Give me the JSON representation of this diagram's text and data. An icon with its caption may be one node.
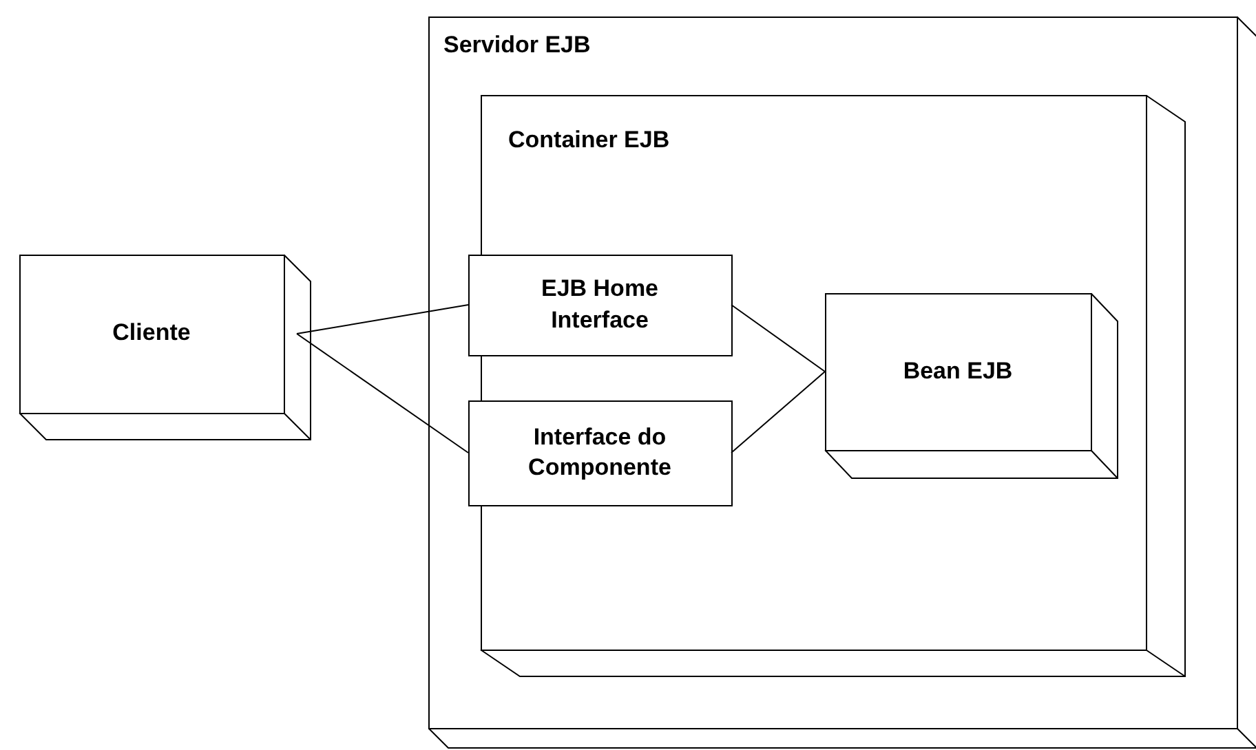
{
  "diagram": {
    "nodes": [
      {
        "text": [
          "Servidor EJB"
        ]
      },
      {
        "text": [
          "Container EJB"
        ],
        "in": 0
      },
      {
        "text": [
          "Cliente"
        ]
      },
      {
        "text": [
          "EJB Home Interface"
        ],
        "in": 1
      },
      {
        "text": [
          "Interface do Componente"
        ],
        "in": 1
      },
      {
        "text": [
          "Bean EJB"
        ],
        "in": 1
      }
    ],
    "edges": [
      {
        "from": 2,
        "to": 3,
        "arrow": "none"
      },
      {
        "from": 2,
        "to": 4,
        "arrow": "none"
      },
      {
        "from": 3,
        "to": 5,
        "arrow": "none"
      },
      {
        "from": 4,
        "to": 5,
        "arrow": "none"
      }
    ]
  }
}
